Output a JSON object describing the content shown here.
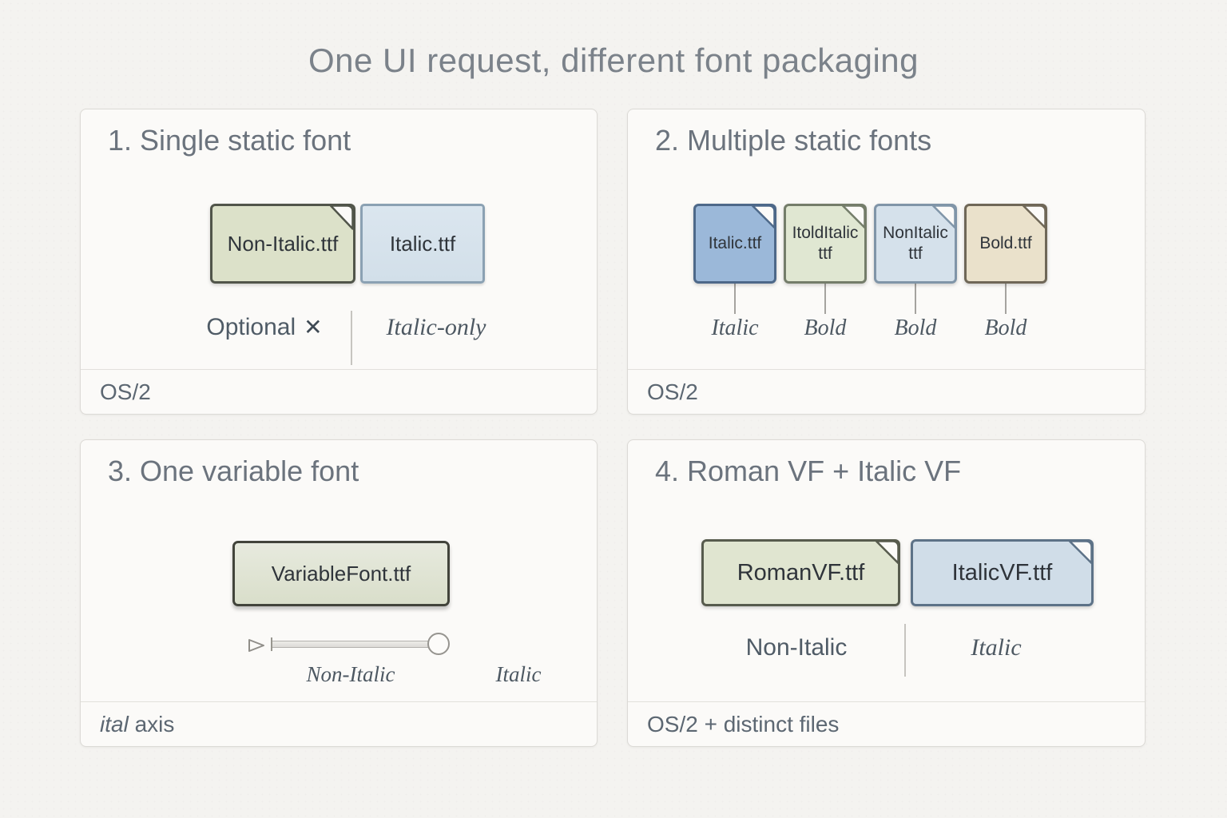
{
  "title": "One UI request, different font packaging",
  "colors": {
    "background": "#f4f3f0",
    "panel_background": "#fbfaf8",
    "heading_text": "#6b737d",
    "file_sage_fill": "#dce1c9",
    "file_sage_stroke": "#51554a",
    "file_babyblue_fill": "#d6e2ec",
    "file_babyblue_stroke": "#8ba1b3",
    "file_blue_fill": "#9bb8d9",
    "file_blue_stroke": "#4d6889",
    "file_green_fill": "#e0e7d2",
    "file_green_stroke": "#747d6a",
    "file_lightblue_fill": "#d5e1eb",
    "file_lightblue_stroke": "#8095a8",
    "file_tan_fill": "#eae1cb",
    "file_tan_stroke": "#6f6757",
    "variablefont_fill": "#dfe3d4",
    "variablefont_stroke": "#42443b",
    "romanvf_fill": "#e0e5d0",
    "romanvf_stroke": "#575b4d",
    "italicvf_fill": "#d0dde8",
    "italicvf_stroke": "#5d7287"
  },
  "panels": {
    "p1": {
      "heading": "1. Single static font",
      "file1": {
        "name": "Non-Italic.ttf"
      },
      "file2": {
        "name": "Italic.ttf"
      },
      "annotation_left": "Optional",
      "annotation_left_icon": "✕",
      "annotation_right": "Italic-only",
      "footer": "OS/2"
    },
    "p2": {
      "heading": "2. Multiple static fonts",
      "files": [
        {
          "name": "Italic.ttf",
          "tag": "Italic"
        },
        {
          "name": "ItoldItalic ttf",
          "tag": "Bold"
        },
        {
          "name": "NonItalic ttf",
          "tag": "Bold"
        },
        {
          "name": "Bold.ttf",
          "tag": "Bold"
        }
      ],
      "footer": "OS/2"
    },
    "p3": {
      "heading": "3. One variable font",
      "file": {
        "name": "VariableFont.ttf"
      },
      "slider_min": "Non-Italic",
      "slider_max": "Italic",
      "footer_em": "ital",
      "footer_rest": " axis"
    },
    "p4": {
      "heading": "4. Roman VF + Italic VF",
      "file1": {
        "name": "RomanVF.ttf"
      },
      "file2": {
        "name": "ItalicVF.ttf"
      },
      "annotation_left": "Non-Italic",
      "annotation_right": "Italic",
      "footer": "OS/2 + distinct files"
    }
  }
}
